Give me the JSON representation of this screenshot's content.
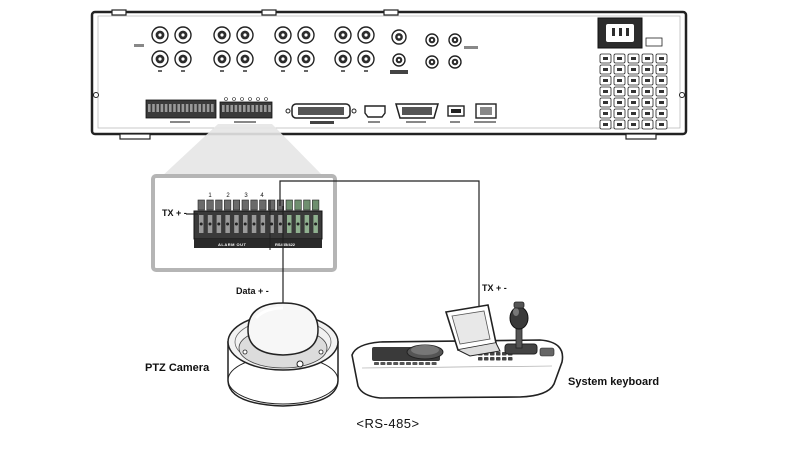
{
  "labels": {
    "tx_terminal": "TX + -",
    "tx_keyboard": "TX + -",
    "data_camera": "Data + -",
    "ptz_camera": "PTZ Camera",
    "system_keyboard": "System keyboard",
    "caption": "<RS-485>"
  },
  "terminal_block": {
    "alarm_out_numbers": [
      "1",
      "2",
      "3",
      "4"
    ],
    "alarm_out_label": "ALARM OUT",
    "rs485_label": "RS485/422"
  },
  "colors": {
    "outline": "#222222",
    "zoom_box": "#b5b5b5",
    "connector_dark": "#3a3a3a",
    "connector_green": "#6f8f6f"
  }
}
